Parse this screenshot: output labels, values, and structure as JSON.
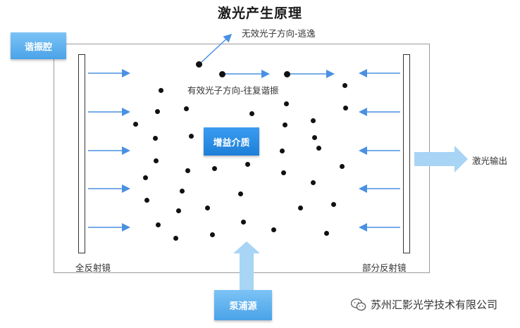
{
  "title": "激光产生原理",
  "labels": {
    "cavity": "谐振腔",
    "escape_direction": "无效光子方向-逃逸",
    "oscillate_direction": "有效光子方向-往复谐振",
    "gain_medium": "增益介质",
    "laser_output": "激光输出",
    "total_mirror": "全反射镜",
    "partial_mirror": "部分反射镜",
    "pump_source": "泵浦源"
  },
  "watermark": {
    "text": "苏州汇影光学技术有限公司",
    "icon": "wechat-icon"
  },
  "colors": {
    "arrow": "#4a90e2",
    "label_box": "#5ab0ee",
    "gain_box": "#2b8ae6",
    "big_arrow": "#a8d4f5"
  }
}
